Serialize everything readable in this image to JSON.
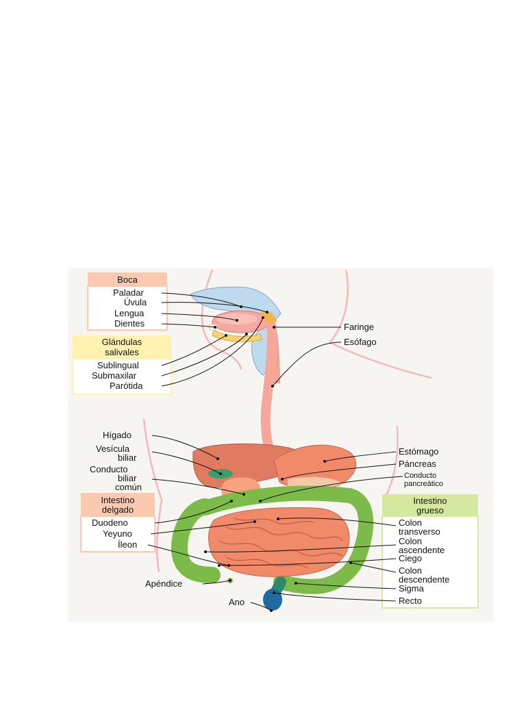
{
  "diagram": {
    "groups": {
      "boca": "Boca",
      "glandulas": "Glándulas salivales",
      "intestino_delgado": "Intestino delgado",
      "intestino_grueso": "Intestino grueso"
    },
    "labels": {
      "paladar": "Paladar",
      "uvula": "Úvula",
      "lengua": "Lengua",
      "dientes": "Dientes",
      "sublingual": "Sublingual",
      "submaxilar": "Submaxilar",
      "parotida": "Parótida",
      "faringe": "Faringe",
      "esofago": "Esófago",
      "higado": "Hígado",
      "vesicula": "Vesícula biliar",
      "conducto_biliar": "Conducto biliar común",
      "duodeno": "Duodeno",
      "yeyuno": "Yeyuno",
      "ileon": "Íleon",
      "apendice": "Apéndice",
      "ano": "Ano",
      "estomago": "Estómago",
      "pancreas": "Páncreas",
      "conducto_pancreatico": "Conducto pancreático",
      "colon_transverso": "Colon transverso",
      "colon_ascendente": "Colon ascendente",
      "ciego": "Ciego",
      "colon_descendente": "Colon descendente",
      "sigma": "Sigma",
      "recto": "Recto"
    }
  }
}
